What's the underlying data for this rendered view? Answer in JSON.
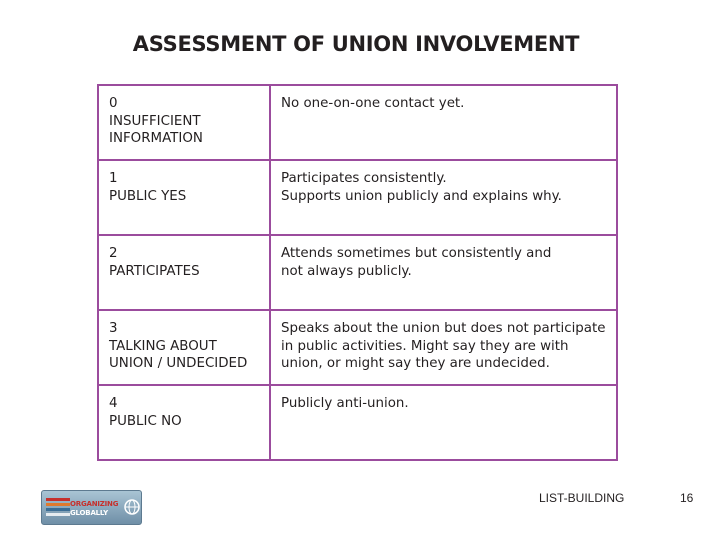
{
  "slide": {
    "title": "ASSESSMENT OF UNION INVOLVEMENT"
  },
  "table": {
    "rows": [
      {
        "level": "0",
        "label": "INSUFFICIENT\nINFORMATION",
        "description": "No one-on-one contact yet."
      },
      {
        "level": "1",
        "label": "PUBLIC YES",
        "description": "Participates consistently.\nSupports union publicly and explains why."
      },
      {
        "level": "2",
        "label": "PARTICIPATES",
        "description": "Attends sometimes but consistently and\nnot always publicly."
      },
      {
        "level": "3",
        "label": "TALKING ABOUT\nUNION / UNDECIDED",
        "description": "Speaks about the union but does not participate\nin public activities. Might say they are with\nunion, or might say they are undecided."
      },
      {
        "level": "4",
        "label": "PUBLIC NO",
        "description": "Publicly anti-union."
      }
    ]
  },
  "logo": {
    "line1": "ORGANIZING",
    "line2": "GLOBALLY"
  },
  "footer": {
    "label": "LIST-BUILDING",
    "page_number": "16"
  },
  "colors": {
    "border": "#9b4c9d",
    "text": "#231f20",
    "logo_red": "#c6302c"
  }
}
